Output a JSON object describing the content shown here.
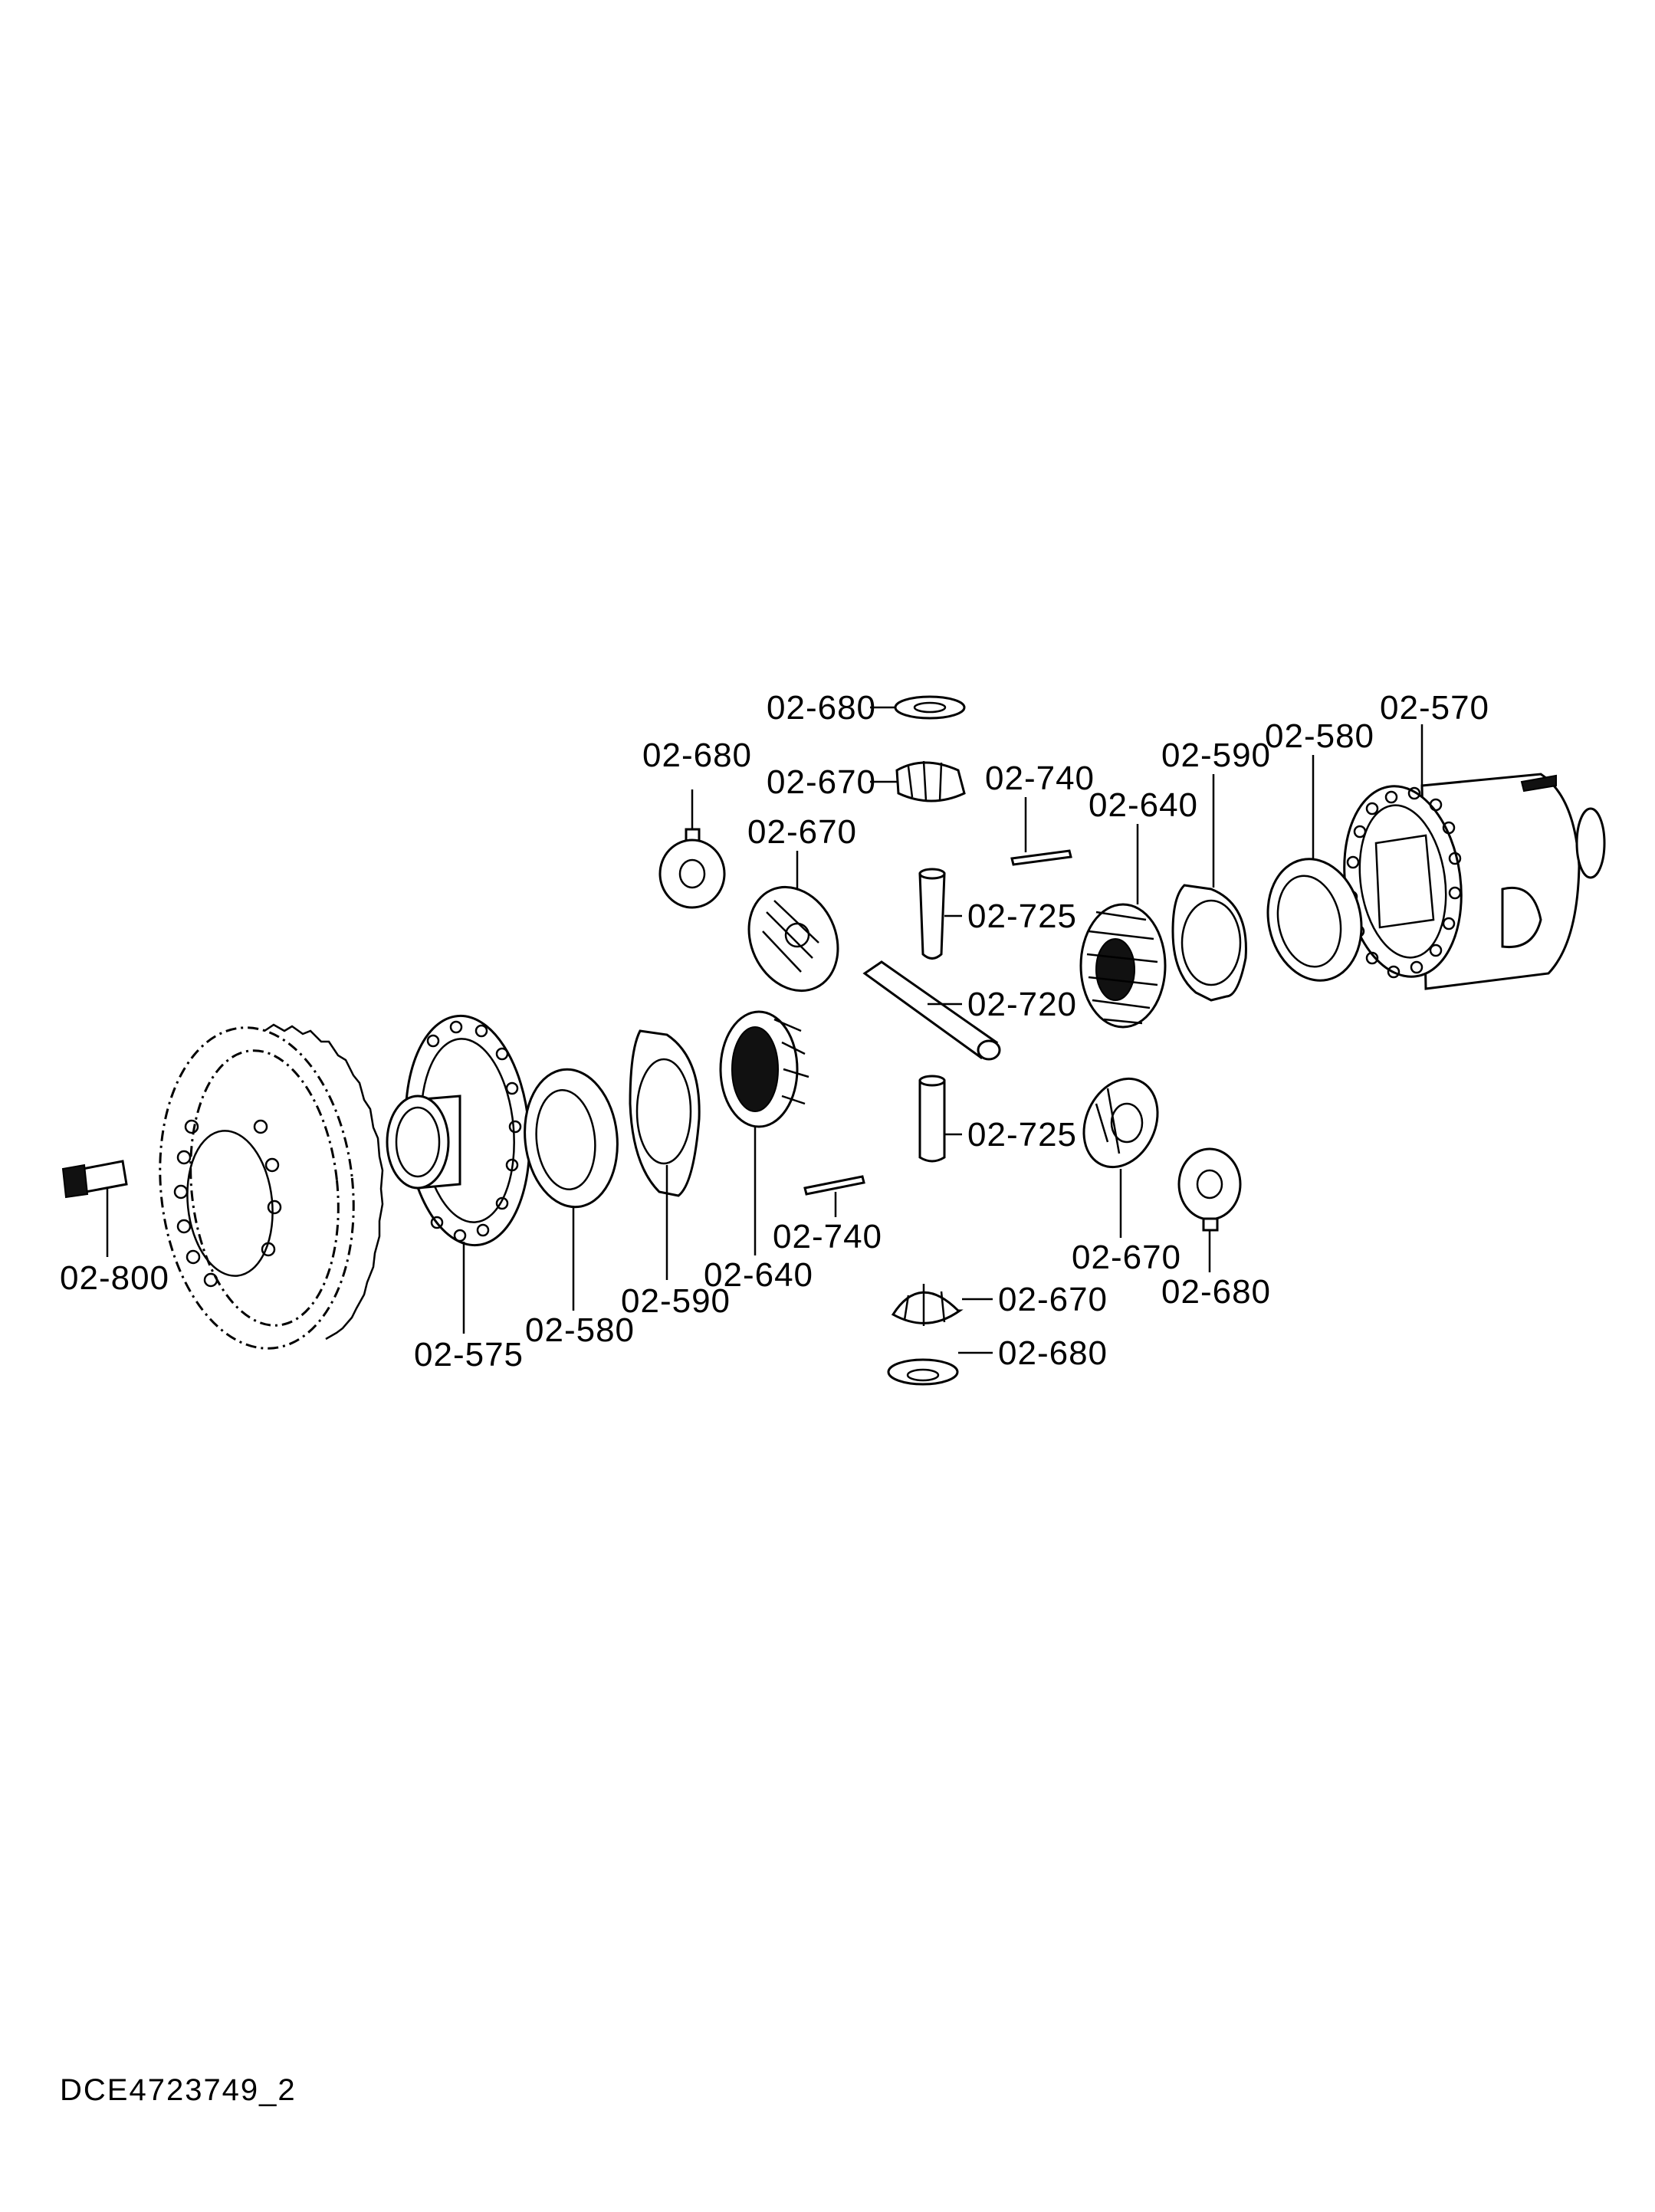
{
  "doc_id": "DCE4723749_2",
  "callouts": {
    "c570": "02-570",
    "c575": "02-575",
    "c580a": "02-580",
    "c580b": "02-580",
    "c590a": "02-590",
    "c590b": "02-590",
    "c640a": "02-640",
    "c640b": "02-640",
    "c670a": "02-670",
    "c670b": "02-670",
    "c670c": "02-670",
    "c670d": "02-670",
    "c680a": "02-680",
    "c680b": "02-680",
    "c680c": "02-680",
    "c680d": "02-680",
    "c720": "02-720",
    "c725a": "02-725",
    "c725b": "02-725",
    "c740a": "02-740",
    "c740b": "02-740",
    "c800": "02-800"
  }
}
